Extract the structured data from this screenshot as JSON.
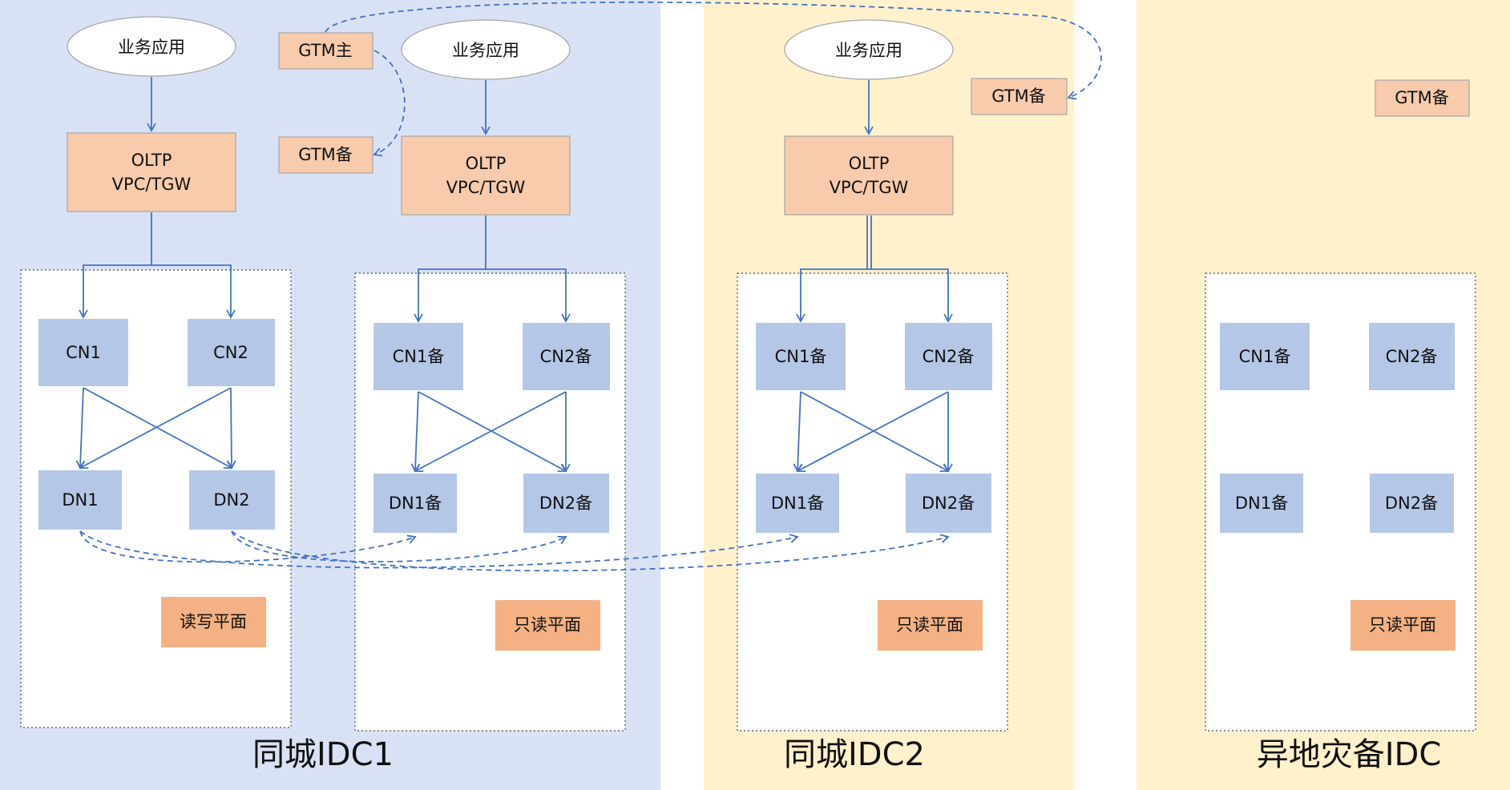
{
  "zones": [
    {
      "title": "同城IDC1",
      "color": "#d9e2f4"
    },
    {
      "title": "同城IDC2",
      "color": "#fff1cc"
    },
    {
      "title": "异地灾备IDC",
      "color": "#fff1cc"
    }
  ],
  "apps": [
    "业务应用",
    "业务应用",
    "业务应用"
  ],
  "gtm": {
    "main": "GTM主",
    "standby_idc1": "GTM备",
    "standby_idc2": "GTM备",
    "standby_dr": "GTM备"
  },
  "oltp": [
    {
      "line1": "OLTP",
      "line2": "VPC/TGW"
    },
    {
      "line1": "OLTP",
      "line2": "VPC/TGW"
    },
    {
      "line1": "OLTP",
      "line2": "VPC/TGW"
    }
  ],
  "planes": [
    {
      "cn1": "CN1",
      "cn2": "CN2",
      "dn1": "DN1",
      "dn2": "DN2",
      "label": "读写平面"
    },
    {
      "cn1": "CN1备",
      "cn2": "CN2备",
      "dn1": "DN1备",
      "dn2": "DN2备",
      "label": "只读平面"
    },
    {
      "cn1": "CN1备",
      "cn2": "CN2备",
      "dn1": "DN1备",
      "dn2": "DN2备",
      "label": "只读平面"
    },
    {
      "cn1": "CN1备",
      "cn2": "CN2备",
      "dn1": "DN1备",
      "dn2": "DN2备",
      "label": "只读平面"
    }
  ],
  "colors": {
    "idc1_bg": "#d9e2f4",
    "idc2_bg": "#fff1cc",
    "orange_box": "#f8cbad",
    "plane_label": "#f4b183",
    "node": "#b4c7e7",
    "line": "#4472c4"
  }
}
